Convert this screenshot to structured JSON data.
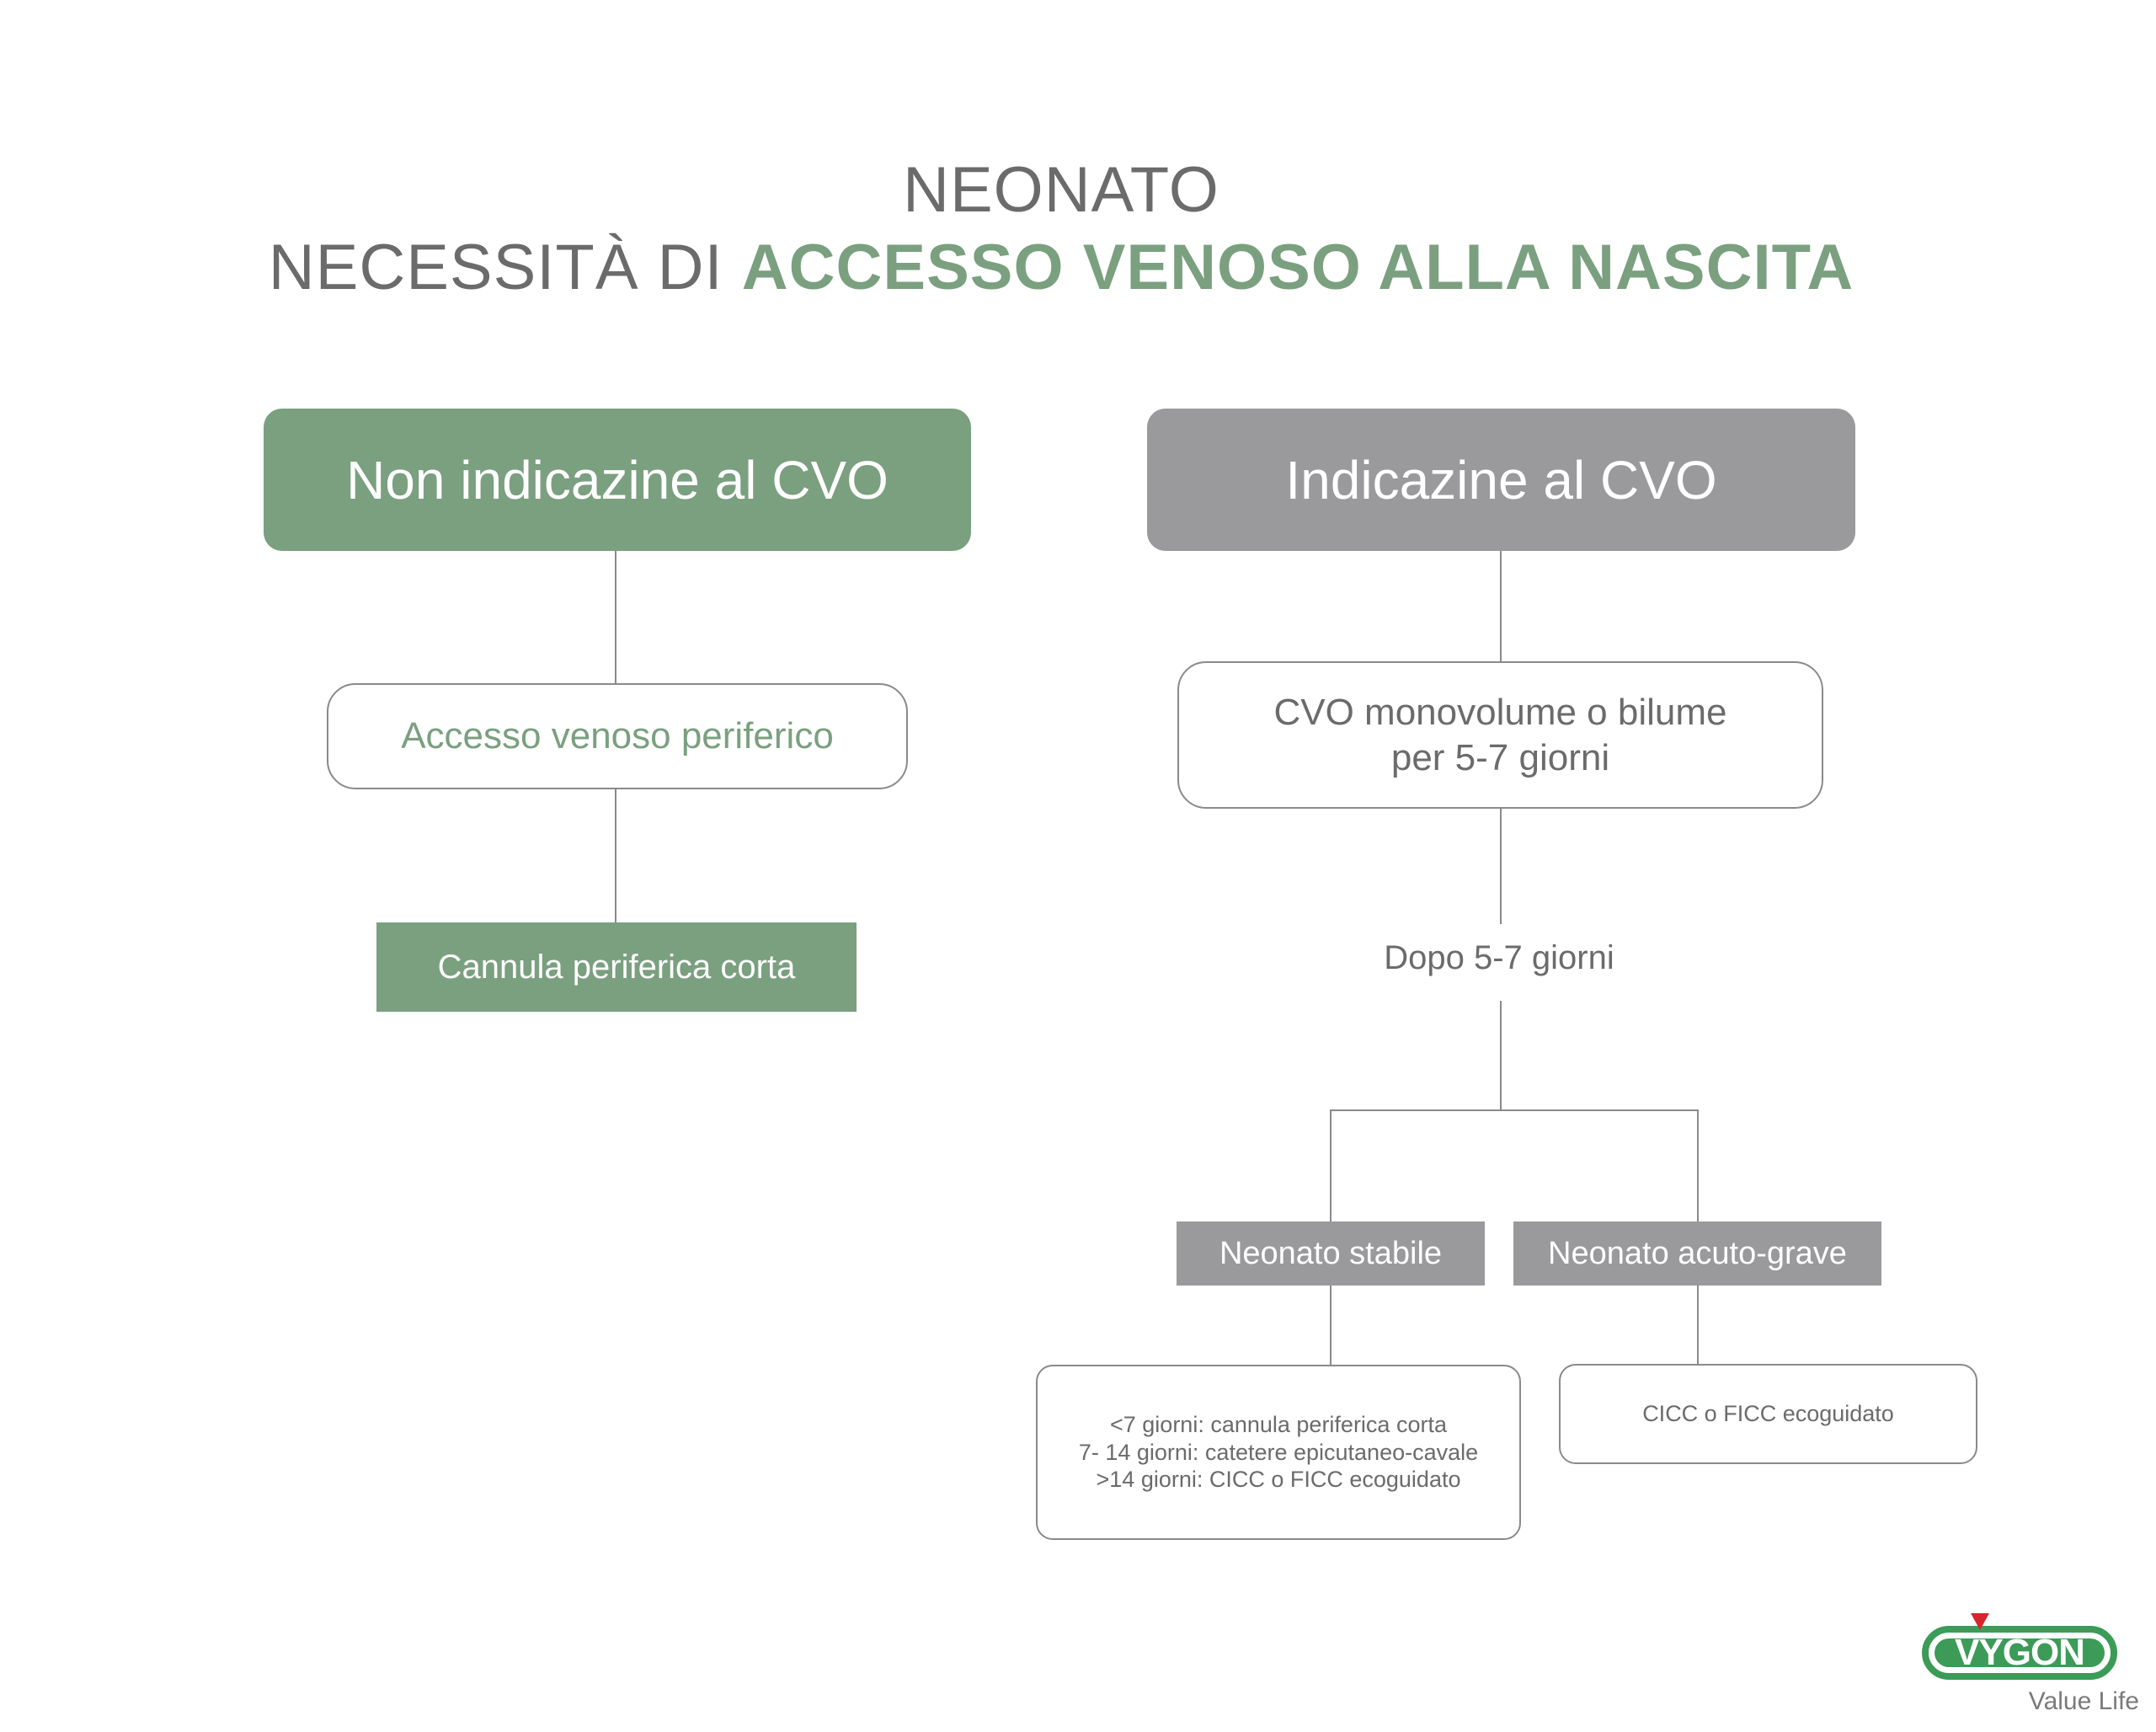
{
  "title": {
    "line1": "NEONATO",
    "line2_plain": "NECESSITÀ DI ",
    "line2_accent": "ACCESSO VENOSO ALLA NASCITA"
  },
  "left_branch": {
    "header": "Non indicazine al CVO",
    "step1": "Accesso venoso periferico",
    "step2": "Cannula periferica corta"
  },
  "right_branch": {
    "header": "Indicazine al CVO",
    "step1_line1": "CVO monovolume o bilume",
    "step1_line2": "per 5-7 giorni",
    "step2": "Dopo 5-7 giorni",
    "stable": {
      "label": "Neonato stabile",
      "details": [
        "<7 giorni: cannula periferica corta",
        "7- 14 giorni: catetere epicutaneo-cavale",
        ">14 giorni: CICC o FICC ecoguidato"
      ]
    },
    "acute": {
      "label": "Neonato acuto-grave",
      "details": "CICC o FICC ecoguidato"
    }
  },
  "logo": {
    "brand": "VYGON",
    "tagline": "Value Life"
  },
  "colors": {
    "green": "#7aa07f",
    "gray": "#9a9a9d",
    "text_gray": "#6b6b6c",
    "line": "#8a8a8c",
    "logo_green": "#3b9b57",
    "logo_red": "#d8242b"
  }
}
